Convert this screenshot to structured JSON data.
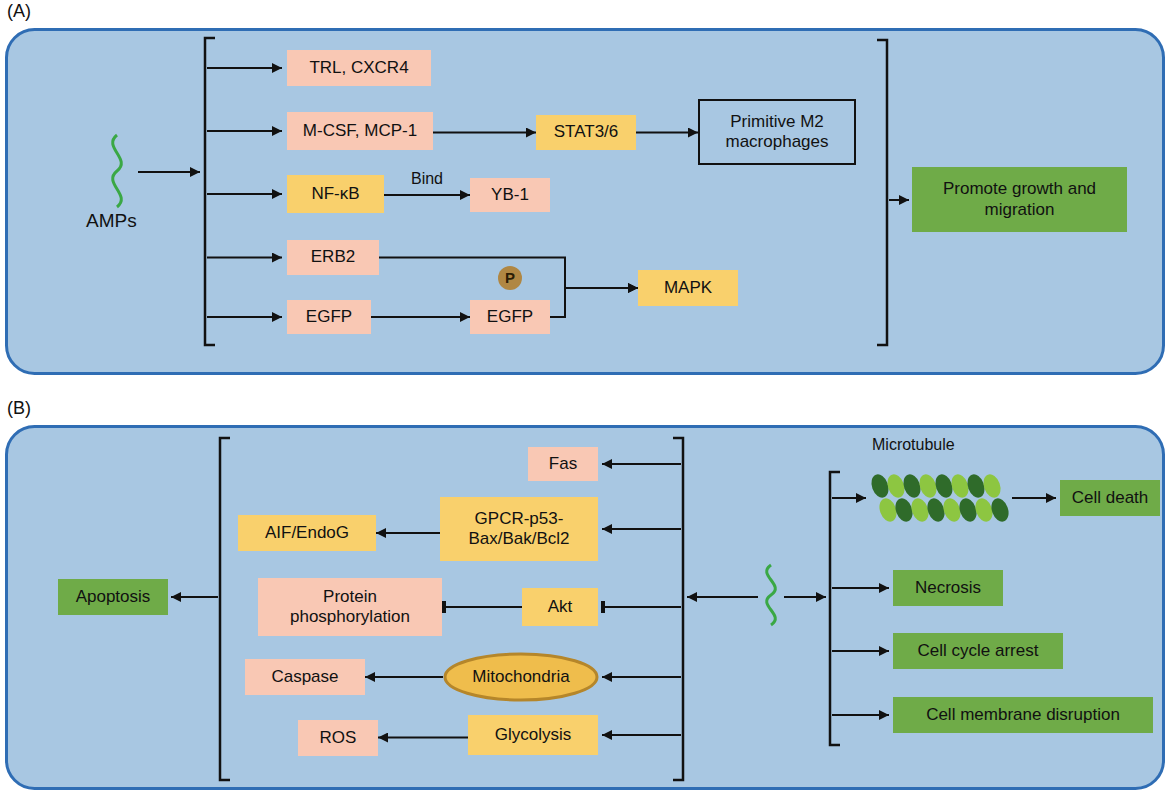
{
  "diagram": {
    "nodes": [
      {
        "text": [
          "(A)"
        ]
      },
      {
        "text": [
          "TRL, CXCR4"
        ],
        "in": 0
      },
      {
        "text": [
          "M-CSF, MCP-1"
        ],
        "in": 0
      },
      {
        "text": [
          "STAT3/6"
        ],
        "in": 0
      },
      {
        "text": [
          "Primitive M2 macrophages"
        ],
        "in": 0
      },
      {
        "text": [
          "NF-κB"
        ],
        "in": 0
      },
      {
        "text": [
          "YB-1"
        ],
        "in": 0
      },
      {
        "text": [
          "ERB2"
        ],
        "in": 0
      },
      {
        "text": [
          "EGFP"
        ],
        "in": 0
      },
      {
        "text": [
          "P"
        ],
        "in": 0
      },
      {
        "text": [
          "EGFP"
        ],
        "in": 0
      },
      {
        "text": [
          "MAPK"
        ],
        "in": 0
      },
      {
        "text": [
          "Promote growth and migration"
        ],
        "in": 0
      },
      {
        "text": [
          "(B)"
        ]
      },
      {
        "text": [
          "Fas"
        ],
        "in": 13
      },
      {
        "text": [
          "GPCR-p53-Bax/Bak/Bcl2"
        ],
        "in": 13
      },
      {
        "text": [
          "AIF/EndoG"
        ],
        "in": 13
      },
      {
        "text": [
          "Apoptosis"
        ],
        "in": 13
      },
      {
        "text": [
          "Protein phosphorylation"
        ],
        "in": 13
      },
      {
        "text": [
          "Akt"
        ],
        "in": 13
      },
      {
        "text": [
          "Caspase"
        ],
        "in": 13
      },
      {
        "text": [
          "Mitochondria"
        ],
        "in": 13
      },
      {
        "text": [
          "ROS"
        ],
        "in": 13
      },
      {
        "text": [
          "Glycolysis"
        ],
        "in": 13
      },
      {
        "text": [
          "Cell death"
        ],
        "in": 13
      },
      {
        "text": [
          "Necrosis"
        ],
        "in": 13
      },
      {
        "text": [
          "Cell cycle arrest"
        ],
        "in": 13
      },
      {
        "text": [
          "Cell membrane disruption"
        ],
        "in": 13
      }
    ],
    "edges": [
      {
        "from": 2,
        "to": 3,
        "arrow": "to"
      },
      {
        "from": 3,
        "to": 4,
        "arrow": "to"
      },
      {
        "from": 5,
        "to": 6,
        "label": "Bind",
        "arrow": "to"
      },
      {
        "from": 8,
        "to": 10,
        "arrow": "to"
      },
      {
        "from": 7,
        "to": 11,
        "arrow": "to"
      },
      {
        "from": 10,
        "to": 11,
        "arrow": "to"
      },
      {
        "from": 15,
        "to": 16,
        "arrow": "to"
      },
      {
        "from": 19,
        "to": 18,
        "arrow": "to"
      },
      {
        "from": 21,
        "to": 20,
        "arrow": "to"
      },
      {
        "from": 23,
        "to": 22,
        "arrow": "to"
      }
    ],
    "labels": [
      "AMPs",
      "Microtubule"
    ]
  }
}
